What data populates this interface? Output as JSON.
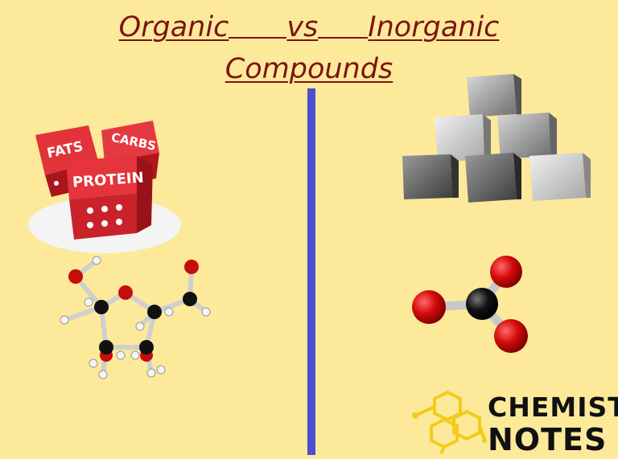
{
  "title": {
    "word1": "Organic",
    "word2": "vs",
    "word3": "Inorganic",
    "line2": "Compounds"
  },
  "dice": {
    "face1": "FATS",
    "face2": "CARBS",
    "face3": "PROTEIN"
  },
  "logo": {
    "line1": "CHEMIST",
    "line2": "NOTES"
  },
  "colors": {
    "background": "#fde99a",
    "title": "#7a1414",
    "divider": "#4a4fcf",
    "dice": "#d8262f",
    "oxygen": "#c40d0d",
    "carbon": "#111111",
    "logo_accent": "#f2cc1a"
  }
}
